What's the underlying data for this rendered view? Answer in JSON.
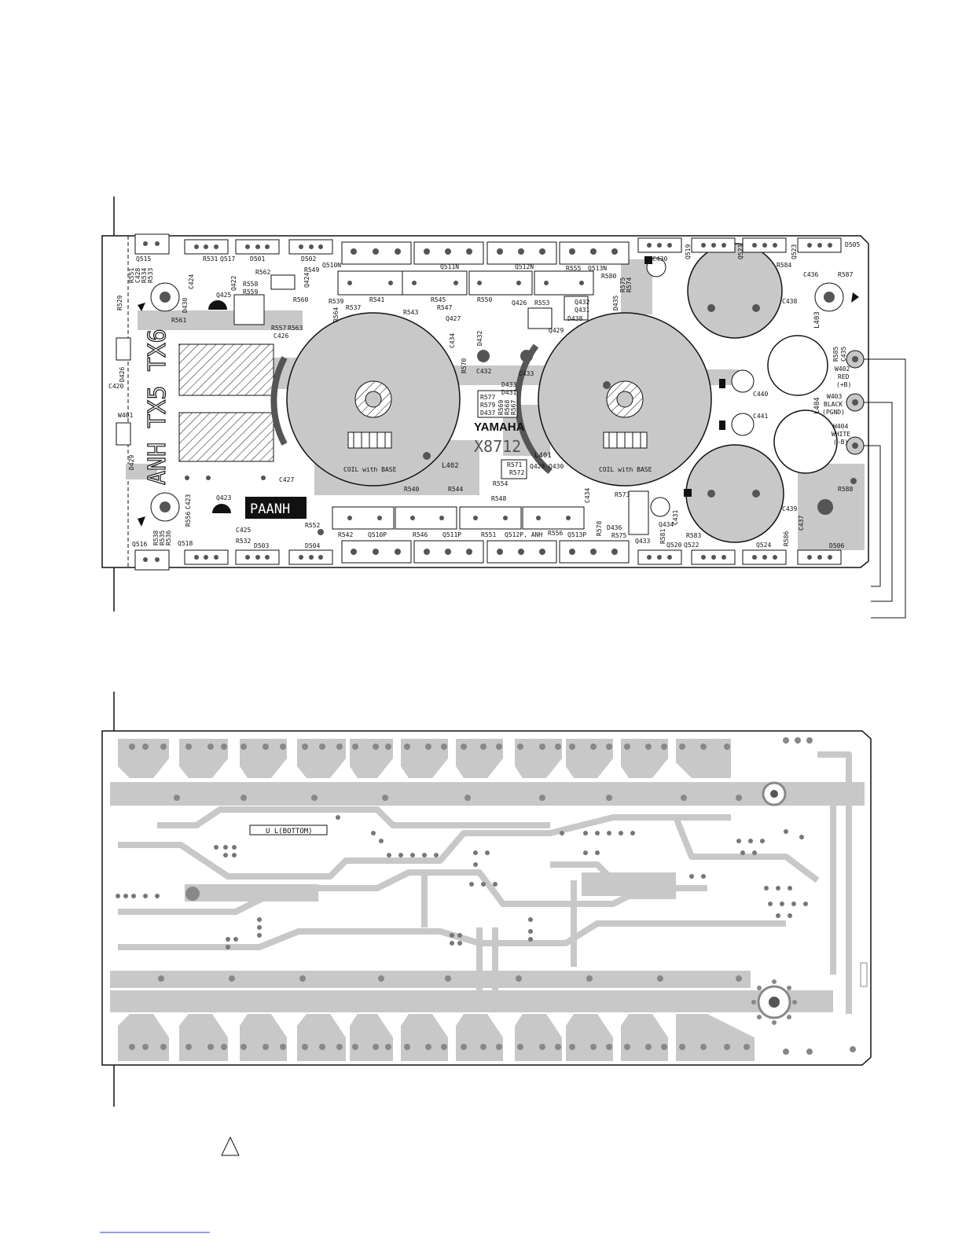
{
  "top_board": {
    "brand": "YAMAHA",
    "board_code": "X8712",
    "vertical_model_text": "ANH TX5 TX6",
    "variant_badge": "PAANH",
    "coil_labels": [
      "COIL with BASE",
      "COIL with BASE"
    ],
    "inductors": [
      "L402",
      "L401",
      "L403",
      "L404"
    ],
    "wire_terminals": [
      {
        "ref": "W402",
        "color": "RED",
        "signal": "(+B)"
      },
      {
        "ref": "W403",
        "color": "BLACK",
        "signal": "(PGND)"
      },
      {
        "ref": "W404",
        "color": "WHITE",
        "signal": "(-B)"
      }
    ],
    "top_row_labels": [
      "Q515",
      "R531",
      "Q517",
      "D501",
      "D502",
      "Q510N",
      "Q511N",
      "Q512N",
      "R555",
      "Q513N",
      "R580",
      "C430",
      "Q519",
      "Q521",
      "Q523",
      "D505",
      "R584",
      "C436",
      "R587"
    ],
    "mid_labels": [
      "R551",
      "C428",
      "R534",
      "R533",
      "C424",
      "Q422",
      "R558",
      "R559",
      "R562",
      "R549",
      "Q424",
      "Q425",
      "R560",
      "R539",
      "R541",
      "R545",
      "R547",
      "R550",
      "Q426",
      "R553",
      "Q432",
      "Q431",
      "D438",
      "D435",
      "R575",
      "R574",
      "C438",
      "R529",
      "D430",
      "R561",
      "R557",
      "R563",
      "C426",
      "R564",
      "R537",
      "R543",
      "Q427",
      "D432",
      "C434",
      "R570",
      "C432",
      "C433",
      "Q429",
      "D433",
      "D431",
      "R577",
      "R579",
      "D437",
      "R569",
      "R568",
      "R567",
      "R585",
      "C435",
      "C440",
      "C441",
      "D426",
      "C420",
      "W401",
      "D429",
      "C427",
      "R571",
      "R572",
      "Q428",
      "Q430",
      "R554",
      "R540",
      "R544",
      "R548",
      "R573",
      "C434",
      "Q434",
      "C431",
      "C439",
      "R588",
      "C437",
      "Q423",
      "C423",
      "R556",
      "C425",
      "R532",
      "R552"
    ],
    "bottom_row_labels": [
      "Q516",
      "R538",
      "R535",
      "R536",
      "Q518",
      "D503",
      "D504",
      "R542",
      "Q510P",
      "R546",
      "Q511P",
      "R551",
      "Q512P, ANH",
      "R556",
      "Q513P",
      "R578",
      "D436",
      "R575",
      "Q433",
      "R581",
      "Q520",
      "Q522",
      "R583",
      "Q524",
      "R586",
      "D506"
    ]
  },
  "bottom_board": {
    "silkscreen_label": "U L(BOTTOM)"
  }
}
